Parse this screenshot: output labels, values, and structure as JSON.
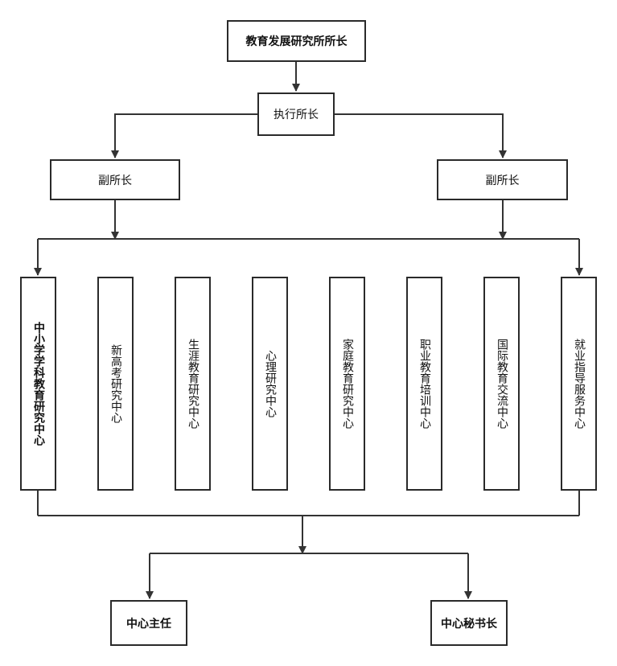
{
  "director": "教育发展研究所所长",
  "executive": "执行所长",
  "deputies": [
    "副所长",
    "副所长"
  ],
  "centers": [
    "中小学学科教育研究中心",
    "新高考研究中心",
    "生涯教育研究中心",
    "心理研究中心",
    "家庭教育研究中心",
    "职业教育培训中心",
    "国际教育交流中心",
    "就业指导服务中心"
  ],
  "bottom": [
    "中心主任",
    "中心秘书长"
  ]
}
